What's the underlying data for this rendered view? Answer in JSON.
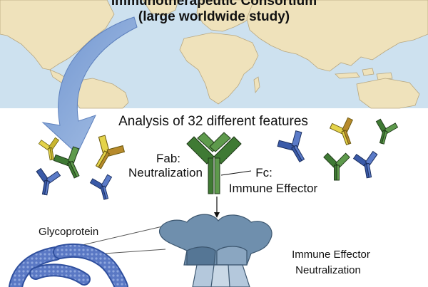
{
  "header": {
    "title_line1": "Immunotherapeutic Consortium",
    "title_line2": "(large worldwide study)"
  },
  "analysis": {
    "label": "Analysis of 32 different features"
  },
  "antibody": {
    "fab_line1": "Fab:",
    "fab_line2": "Neutralization",
    "fc_line1": "Fc:",
    "fc_line2": "Immune Effector"
  },
  "glycoprotein": {
    "label": "Glycoprotein"
  },
  "effects": {
    "line1": "Immune Effector",
    "line2": "Neutralization"
  },
  "colors": {
    "ocean": "#cde1ef",
    "land": "#efe2bb",
    "arrow": "#8fb0dd",
    "antibody_green": "#3f7a34",
    "antibody_blue": "#3a5aa8",
    "antibody_yellow": "#e4d34a",
    "protein": "#6f8fad",
    "virus": "#5a78c4"
  }
}
